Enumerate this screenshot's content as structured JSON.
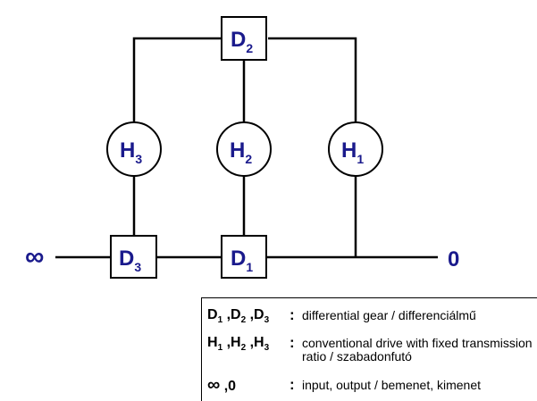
{
  "diagram": {
    "nodes": {
      "D1": {
        "base": "D",
        "sub": "1"
      },
      "D2": {
        "base": "D",
        "sub": "2"
      },
      "D3": {
        "base": "D",
        "sub": "3"
      },
      "H1": {
        "base": "H",
        "sub": "1"
      },
      "H2": {
        "base": "H",
        "sub": "2"
      },
      "H3": {
        "base": "H",
        "sub": "3"
      }
    },
    "input_symbol": "∞",
    "output_symbol": "0",
    "colors": {
      "label": "#1a1a8c",
      "line": "#000000"
    }
  },
  "legend": {
    "rows": [
      {
        "key_parts": [
          {
            "base": "D",
            "sub": "1"
          },
          {
            "base": " ,D",
            "sub": "2"
          },
          {
            "base": " ,D",
            "sub": "3"
          }
        ],
        "description": "differential gear / differenciálmű"
      },
      {
        "key_parts": [
          {
            "base": "H",
            "sub": "1"
          },
          {
            "base": " ,H",
            "sub": "2"
          },
          {
            "base": " ,H",
            "sub": "3"
          }
        ],
        "description": "conventional drive with fixed transmission ratio / szabadonfutó"
      },
      {
        "key_symbol": "∞",
        "key_rest": " ,0",
        "description": "input, output / bemenet, kimenet"
      }
    ],
    "colon": ":"
  }
}
